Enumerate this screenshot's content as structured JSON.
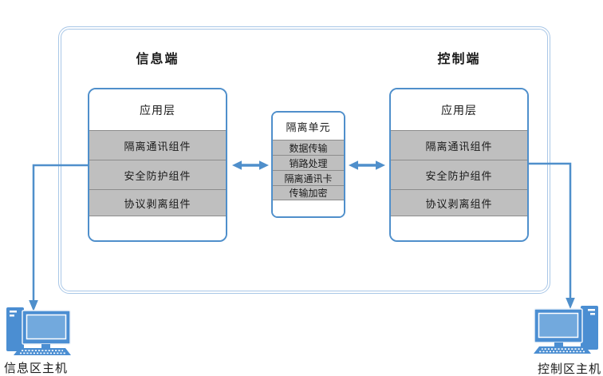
{
  "diagram": {
    "info_side_title": "信息端",
    "control_side_title": "控制端",
    "info_stack": {
      "header": "应用层",
      "rows": [
        "隔离通讯组件",
        "安全防护组件",
        "协议剥离组件"
      ]
    },
    "control_stack": {
      "header": "应用层",
      "rows": [
        "隔离通讯组件",
        "安全防护组件",
        "协议剥离组件"
      ]
    },
    "isolation_unit": {
      "header": "隔离单元",
      "rows": [
        "数据传输",
        "销路处理",
        "隔离通讯卡",
        "传输加密"
      ]
    },
    "hosts": {
      "info_host_label": "信息区主机",
      "control_host_label": "控制区主机"
    },
    "colors": {
      "box_border": "#4f8fcb",
      "outer_boundary_border": "#a9c7e7",
      "row_fill": "#bfbfbf",
      "row_border": "#8c8c8c",
      "connector_blue": "#4f8fcb",
      "computer_body_blue": "#4b8ed2",
      "computer_screen_blue": "#72a9dd",
      "text": "#1a1a1a"
    }
  }
}
